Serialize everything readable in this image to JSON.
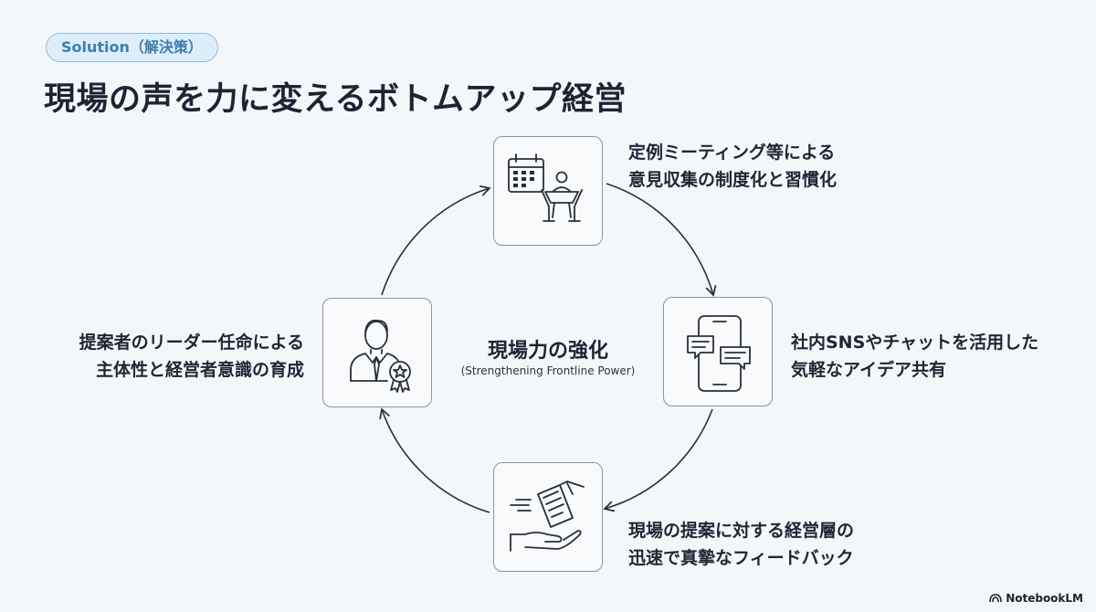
{
  "header": {
    "tag": "Solution（解決策）",
    "title": "現場の声を力に変えるボトムアップ経営"
  },
  "center": {
    "title": "現場力の強化",
    "subtitle": "(Strengthening Frontline Power)"
  },
  "cycle": {
    "top": {
      "icon": "calendar-meeting-icon",
      "line1": "定例ミーティング等による",
      "line2": "意見収集の制度化と習慣化"
    },
    "right": {
      "icon": "smartphone-chat-icon",
      "line1": "社内SNSやチャットを活用した",
      "line2": "気軽なアイデア共有"
    },
    "bottom": {
      "icon": "document-handover-icon",
      "line1": "現場の提案に対する経営層の",
      "line2": "迅速で真摯なフィードバック"
    },
    "left": {
      "icon": "person-award-icon",
      "line1": "提案者のリーダー任命による",
      "line2": "主体性と経営者意識の育成"
    }
  },
  "brand": "NotebookLM",
  "colors": {
    "background": "#f4f7fa",
    "tag_fill": "#ddeefa",
    "tag_border": "#8dbfe0",
    "tag_text": "#3e7eac",
    "title": "#1c2434",
    "arrows": "#2a2f38"
  }
}
